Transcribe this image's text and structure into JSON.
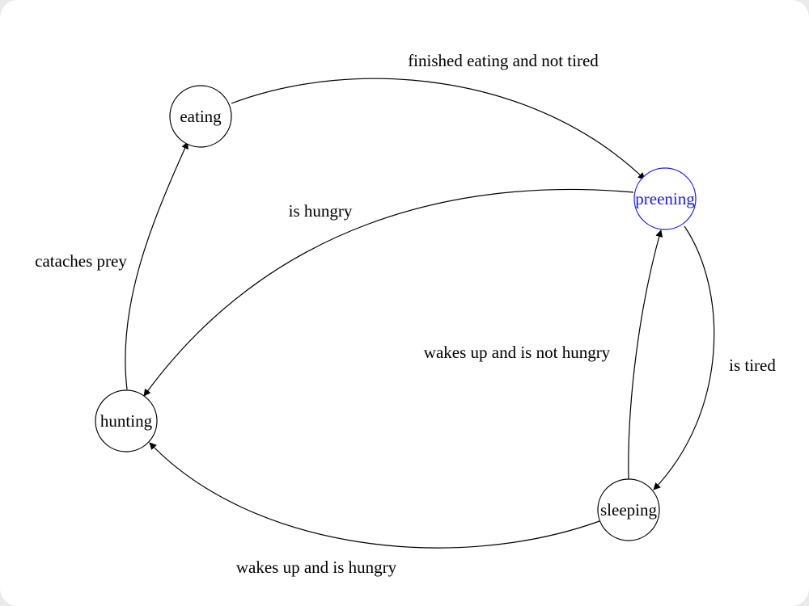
{
  "nodes": {
    "eating": {
      "label": "eating",
      "active": false
    },
    "preening": {
      "label": "preening",
      "active": true
    },
    "hunting": {
      "label": "hunting",
      "active": false
    },
    "sleeping": {
      "label": "sleeping",
      "active": false
    }
  },
  "edges": {
    "eating_to_preening": "finished eating and not tired",
    "preening_to_hunting": "is hungry",
    "hunting_to_eating": "cataches prey",
    "sleeping_to_preening": "wakes up and is not hungry",
    "preening_to_sleeping": "is tired",
    "sleeping_to_hunting": "wakes up and is hungry"
  },
  "colors": {
    "active_state": "#1a1aff",
    "default": "#000000"
  }
}
